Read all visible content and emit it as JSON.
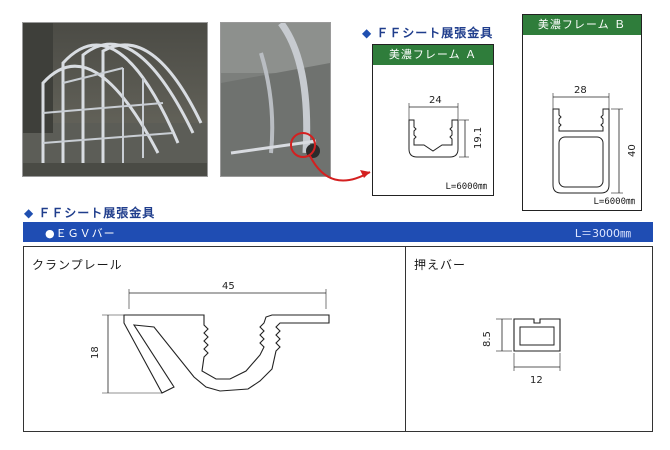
{
  "photos": {
    "left": "greenhouse frame photo",
    "right": "ground anchor closeup photo"
  },
  "top_title": "ＦＦシート展張金具",
  "frame_a": {
    "label": "美濃フレーム Ａ",
    "width": "24",
    "height": "19.1",
    "length": "L=6000㎜"
  },
  "frame_b": {
    "label": "美濃フレーム Ｂ",
    "width": "28",
    "height": "40",
    "length": "L=6000㎜"
  },
  "section_title": "ＦＦシート展張金具",
  "egv": {
    "label": "●ＥＧＶバー",
    "length": "L＝3000㎜"
  },
  "clamp_rail": {
    "label": "クランプレール",
    "width": "45",
    "height": "18"
  },
  "press_bar": {
    "label": "押えバー",
    "width": "12",
    "height": "8.5"
  },
  "colors": {
    "accent_blue": "#1f4db3",
    "header_green": "#2f7d3b",
    "callout_red": "#d42020"
  }
}
